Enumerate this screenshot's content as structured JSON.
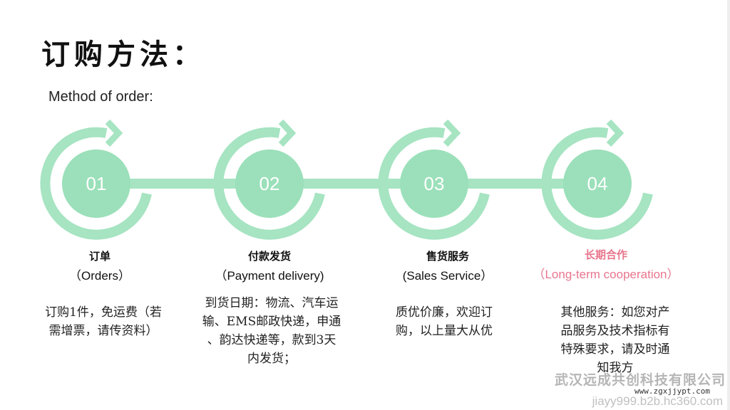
{
  "title": "订购方法：",
  "subtitle": "Method of order:",
  "colors": {
    "accent": "#a6e4c2",
    "circle": "#9be0ba",
    "highlight": "#e8768d"
  },
  "steps": [
    {
      "num": "01",
      "cn": "订单",
      "en": "（Orders）",
      "desc": [
        "订购1件，免运费（若",
        "需增票，请传资料）"
      ]
    },
    {
      "num": "02",
      "cn": "付款发货",
      "en": "（Payment delivery)",
      "desc": [
        "到货日期：物流、汽车运",
        "输、EMS邮政快递，申通",
        "、韵达快递等，款到3天",
        "内发货；"
      ]
    },
    {
      "num": "03",
      "cn": "售货服务",
      "en": "(Sales Service）",
      "desc": [
        "质优价廉，欢迎订",
        "购，以上量大从优"
      ]
    },
    {
      "num": "04",
      "cn": "长期合作",
      "en": "（Long-term cooperation）",
      "desc": [
        "其他服务：如您对产",
        "品服务及技术指标有",
        "特殊要求，请及时通",
        "知我方"
      ]
    }
  ],
  "watermark": {
    "company": "武汉远成共创科技有限公司",
    "url_small": "www.zgxjjypt.com",
    "url_large": "jiayy999.b2b.hc360.com"
  }
}
